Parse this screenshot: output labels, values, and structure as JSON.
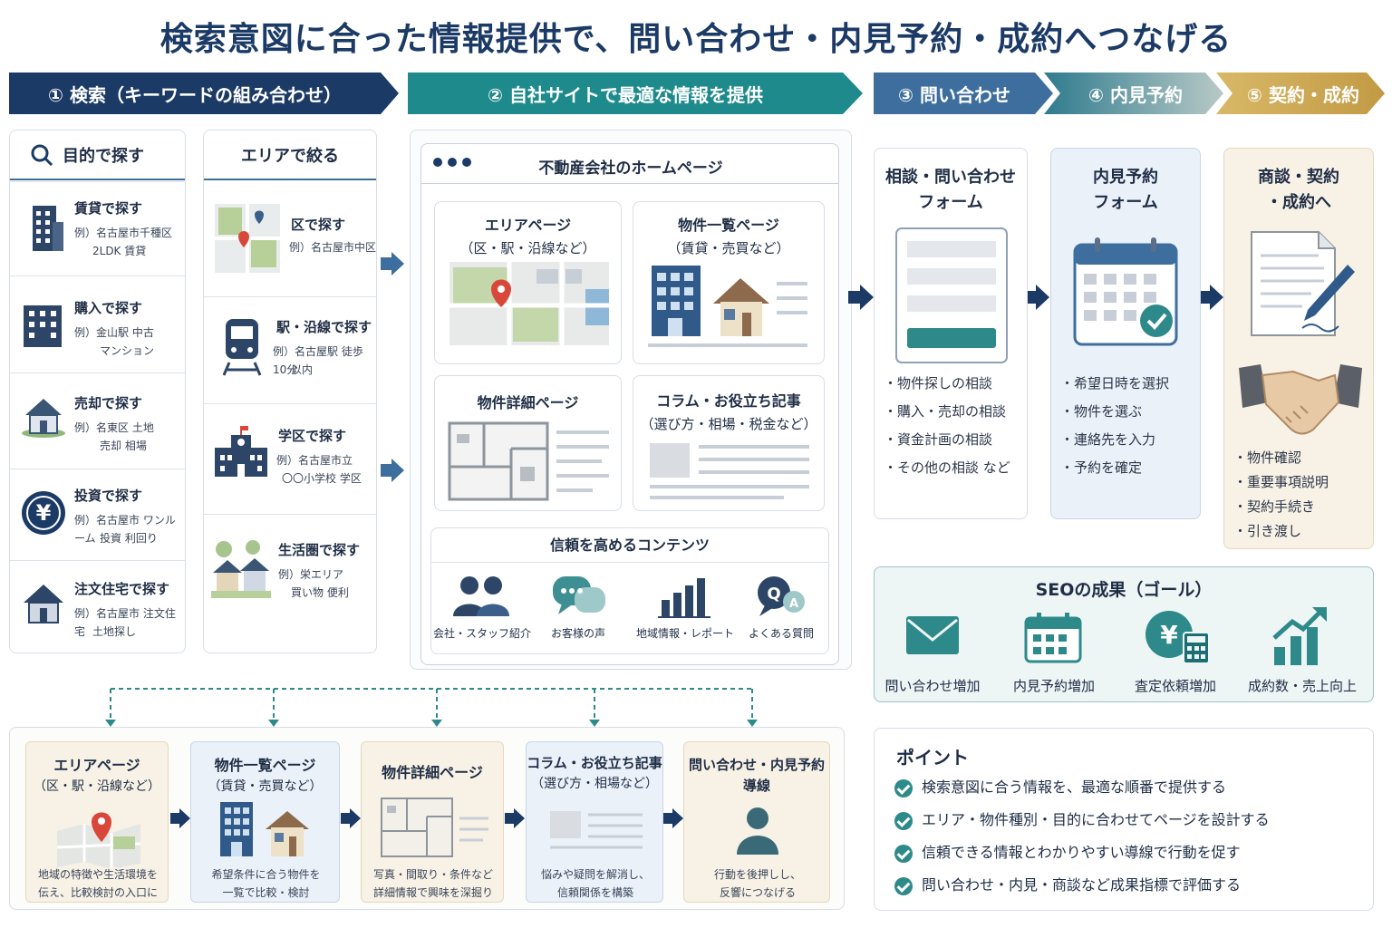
{
  "title": "検索意図に合った情報提供で、問い合わせ・内見予約・成約へつなげる",
  "steps": [
    "① 検索（キーワードの組み合わせ）",
    "② 自社サイトで最適な情報を提供",
    "③ 問い合わせ",
    "④ 内見予約",
    "⑤ 契約・成約"
  ],
  "purpose": {
    "header": "目的で探す",
    "items": [
      {
        "label": "賃貸で探す",
        "ex1": "例）名古屋市千種区",
        "ex2": "2LDK 賃貸"
      },
      {
        "label": "購入で探す",
        "ex1": "例）金山駅 中古",
        "ex2": "マンション"
      },
      {
        "label": "売却で探す",
        "ex1": "例）名東区 土地",
        "ex2": "売却 相場"
      },
      {
        "label": "投資で探す",
        "ex1": "例）名古屋市 ワンルーム",
        "ex2": "投資 利回り"
      },
      {
        "label": "注文住宅で探す",
        "ex1": "例）名古屋市 注文住宅",
        "ex2": "土地探し"
      }
    ]
  },
  "area": {
    "header": "エリアで絞る",
    "items": [
      {
        "label": "区で探す",
        "ex1": "例）名古屋市中区",
        "ex2": ""
      },
      {
        "label": "駅・沿線で探す",
        "ex1": "例）名古屋駅 徒歩10分",
        "ex2": "以内"
      },
      {
        "label": "学区で探す",
        "ex1": "例）名古屋市立",
        "ex2": "〇〇小学校 学区"
      },
      {
        "label": "生活圏で探す",
        "ex1": "例）栄エリア",
        "ex2": "買い物 便利"
      }
    ]
  },
  "homepage": {
    "title": "不動産会社のホームページ",
    "tiles": [
      {
        "l1": "エリアページ",
        "l2": "（区・駅・沿線など）"
      },
      {
        "l1": "物件一覧ページ",
        "l2": "（賃貸・売買など）"
      },
      {
        "l1": "物件詳細ページ",
        "l2": ""
      },
      {
        "l1": "コラム・お役立ち記事",
        "l2": "（選び方・相場・税金など）"
      }
    ],
    "trust_title": "信頼を高めるコンテンツ",
    "trust_items": [
      "会社・スタッフ紹介",
      "お客様の声",
      "地域情報・レポート",
      "よくある質問"
    ]
  },
  "inquiry": {
    "title1": "相談・問い合わせ",
    "title2": "フォーム",
    "bullets": [
      "・物件探しの相談",
      "・購入・売却の相談",
      "・資金計画の相談",
      "・その他の相談 など"
    ]
  },
  "viewing": {
    "title1": "内見予約",
    "title2": "フォーム",
    "bullets": [
      "・希望日時を選択",
      "・物件を選ぶ",
      "・連絡先を入力",
      "・予約を確定"
    ]
  },
  "contract": {
    "title1": "商談・契約",
    "title2": "・成約へ",
    "bullets": [
      "・物件確認",
      "・重要事項説明",
      "・契約手続き",
      "・引き渡し"
    ]
  },
  "seo": {
    "title": "SEOの成果（ゴール）",
    "items": [
      "問い合わせ増加",
      "内見予約増加",
      "査定依頼増加",
      "成約数・売上向上"
    ]
  },
  "flow": [
    {
      "t1": "エリアページ",
      "t2": "（区・駅・沿線など）",
      "d1": "地域の特徴や生活環境を",
      "d2": "伝え、比較検討の入口に"
    },
    {
      "t1": "物件一覧ページ",
      "t2": "（賃貸・売買など）",
      "d1": "希望条件に合う物件を",
      "d2": "一覧で比較・検討"
    },
    {
      "t1": "物件詳細ページ",
      "t2": "",
      "d1": "写真・間取り・条件など",
      "d2": "詳細情報で興味を深掘り"
    },
    {
      "t1": "コラム・お役立ち記事",
      "t2": "（選び方・相場など）",
      "d1": "悩みや疑問を解消し、",
      "d2": "信頼関係を構築"
    },
    {
      "t1": "問い合わせ・内見予約",
      "t2": "導線",
      "d1": "行動を後押しし、",
      "d2": "反響につなげる"
    }
  ],
  "points": {
    "title": "ポイント",
    "items": [
      "検索意図に合う情報を、最適な順番で提供する",
      "エリア・物件種別・目的に合わせてページを設計する",
      "信頼できる情報とわかりやすい導線で行動を促す",
      "問い合わせ・内見・商談など成果指標で評価する"
    ]
  },
  "icons": {
    "search": "search-icon",
    "building": "building-icon",
    "house": "house-icon",
    "yen": "yen-icon",
    "map": "map-icon",
    "train": "train-icon",
    "school": "school-icon",
    "people": "people-icon",
    "chat": "chat-icon",
    "chart": "chart-icon",
    "qa": "qa-icon",
    "mail": "mail-icon",
    "calendar": "calendar-icon",
    "document": "document-icon",
    "handshake": "handshake-icon",
    "person": "person-icon"
  },
  "colors": {
    "navy": "#1b3a66",
    "teal": "#2e8a8a",
    "blue": "#3d6e9e",
    "gold": "#c9a24f"
  }
}
